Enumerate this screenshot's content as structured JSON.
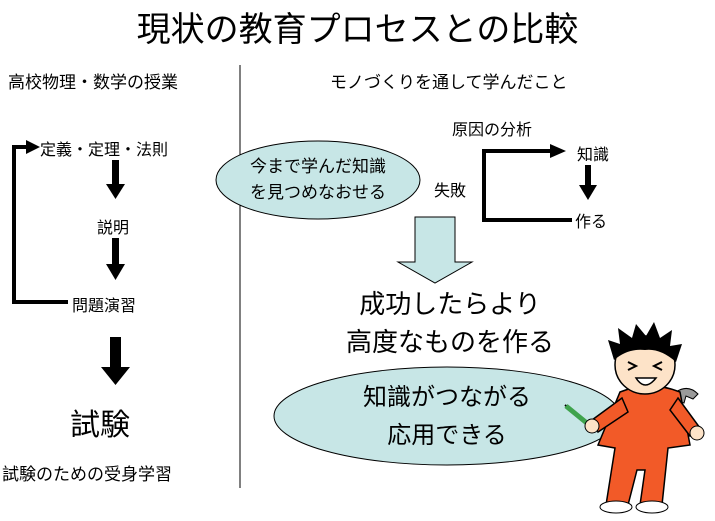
{
  "title": "現状の教育プロセスとの比較",
  "left": {
    "header": "高校物理・数学の授業",
    "steps": [
      "定義・定理・法則",
      "説明",
      "問題演習"
    ],
    "exam": "試験",
    "footer": "試験のための受身学習"
  },
  "right": {
    "header": "モノづくりを通して学んだこと",
    "ellipse1": [
      "今まで学んだ知識",
      "を見つめなおせる"
    ],
    "cause_analysis": "原因の分析",
    "failure": "失敗",
    "knowledge": "知識",
    "make": "作る",
    "success": [
      "成功したらより",
      "高度なものを作る"
    ],
    "ellipse2": [
      "知識がつながる",
      "応用できる"
    ]
  },
  "colors": {
    "ellipse_fill": "#c7e6e6",
    "arrow_fill": "#c7e6e6",
    "figure_suit": "#f25a28",
    "figure_hair": "#000000"
  }
}
